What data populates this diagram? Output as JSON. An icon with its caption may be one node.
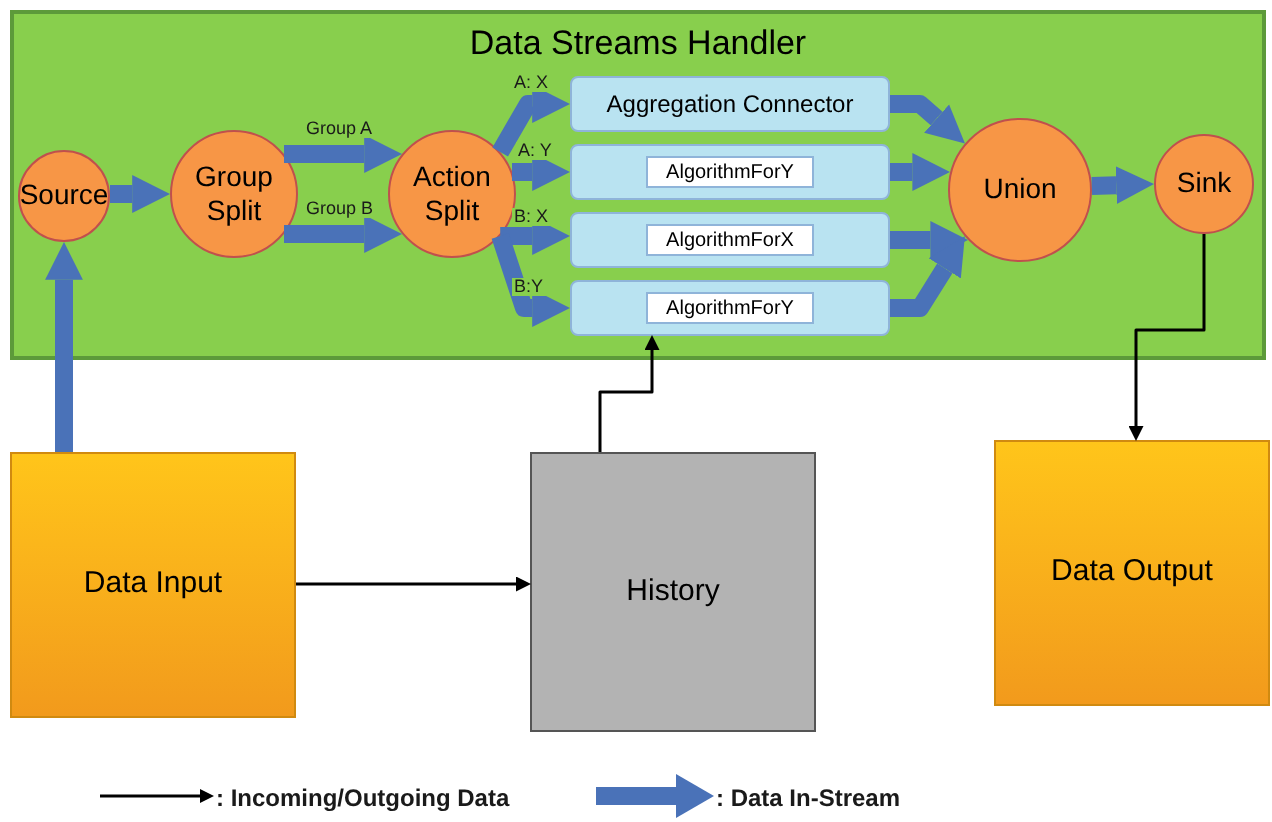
{
  "diagram": {
    "nodes": [
      {
        "text": [
          "Data Streams Handler"
        ]
      },
      {
        "text": [
          "Source"
        ],
        "in": 0
      },
      {
        "text": [
          "Group Split"
        ],
        "in": 0
      },
      {
        "text": [
          "Action Split"
        ],
        "in": 0
      },
      {
        "text": [
          "Aggregation Connector"
        ],
        "in": 0
      },
      {
        "text": [],
        "shape": "box",
        "in": 0
      },
      {
        "text": [
          "AlgorithmForY"
        ],
        "in": 5
      },
      {
        "text": [],
        "shape": "box",
        "in": 0
      },
      {
        "text": [
          "AlgorithmForX"
        ],
        "in": 7
      },
      {
        "text": [],
        "shape": "box",
        "in": 0
      },
      {
        "text": [
          "AlgorithmForY"
        ],
        "in": 9
      },
      {
        "text": [
          "Union"
        ],
        "in": 0
      },
      {
        "text": [
          "Sink"
        ],
        "in": 0
      },
      {
        "text": [
          "Data Input"
        ]
      },
      {
        "text": [
          "History"
        ]
      },
      {
        "text": [
          "Data Output"
        ]
      }
    ],
    "edges": [
      {
        "from": 13,
        "to": 1,
        "arrow": "to"
      },
      {
        "from": 1,
        "to": 2,
        "arrow": "to"
      },
      {
        "from": 2,
        "to": 3,
        "arrow": "to",
        "label": "Group A"
      },
      {
        "from": 2,
        "to": 3,
        "arrow": "to",
        "label": "Group B"
      },
      {
        "from": 3,
        "to": 4,
        "arrow": "to",
        "label": "A: X"
      },
      {
        "from": 3,
        "to": 5,
        "arrow": "to",
        "label": "A: Y"
      },
      {
        "from": 3,
        "to": 7,
        "arrow": "to",
        "label": "B: X"
      },
      {
        "from": 3,
        "to": 9,
        "arrow": "to",
        "label": "B:Y"
      },
      {
        "from": 4,
        "to": 11,
        "arrow": "to"
      },
      {
        "from": 5,
        "to": 11,
        "arrow": "to"
      },
      {
        "from": 7,
        "to": 11,
        "arrow": "to"
      },
      {
        "from": 9,
        "to": 11,
        "arrow": "to"
      },
      {
        "from": 11,
        "to": 12,
        "arrow": "to"
      },
      {
        "from": 12,
        "to": 15,
        "arrow": "to",
        "color": "#000000"
      },
      {
        "from": 13,
        "to": 14,
        "arrow": "to",
        "color": "#000000"
      },
      {
        "from": 14,
        "to": 9,
        "arrow": "to",
        "color": "#000000"
      }
    ],
    "legend": [
      {
        "text": ": Incoming/Outgoing Data"
      },
      {
        "text": ": Data In-Stream"
      }
    ]
  }
}
